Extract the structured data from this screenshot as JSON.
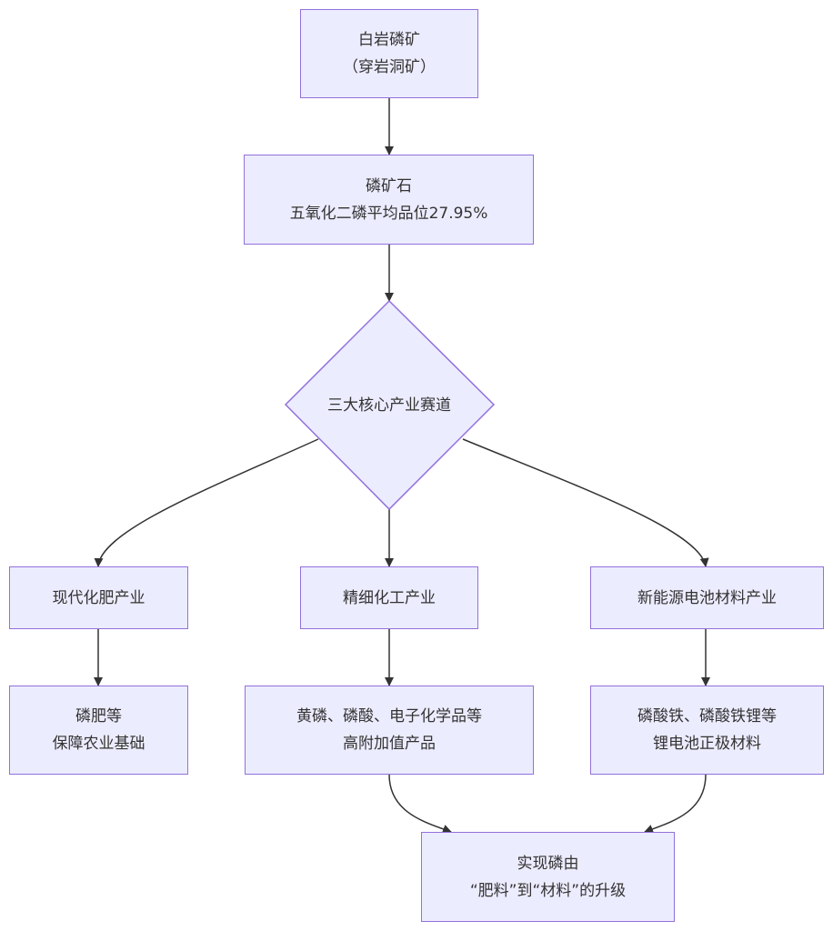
{
  "diagram": {
    "colors": {
      "node_fill": "#ececff",
      "node_stroke": "#9370db",
      "edge": "#333333",
      "text": "#333333"
    },
    "nodes": {
      "source": {
        "line1": "白岩磷矿",
        "line2": "（穿岩洞矿）"
      },
      "ore": {
        "line1": "磷矿石",
        "line2": "五氧化二磷平均品位27.95%"
      },
      "decision": {
        "label": "三大核心产业赛道"
      },
      "fertilizer": {
        "label": "现代化肥产业"
      },
      "fine_chem": {
        "label": "精细化工产业"
      },
      "battery": {
        "label": "新能源电池材料产业"
      },
      "fertilizer_product": {
        "line1": "磷肥等",
        "line2": "保障农业基础"
      },
      "fine_chem_product": {
        "line1": "黄磷、磷酸、电子化学品等",
        "line2": "高附加值产品"
      },
      "battery_product": {
        "line1": "磷酸铁、磷酸铁锂等",
        "line2": "锂电池正极材料"
      },
      "outcome": {
        "line1": "实现磷由",
        "line2": "“肥料”到“材料”的升级"
      }
    }
  }
}
